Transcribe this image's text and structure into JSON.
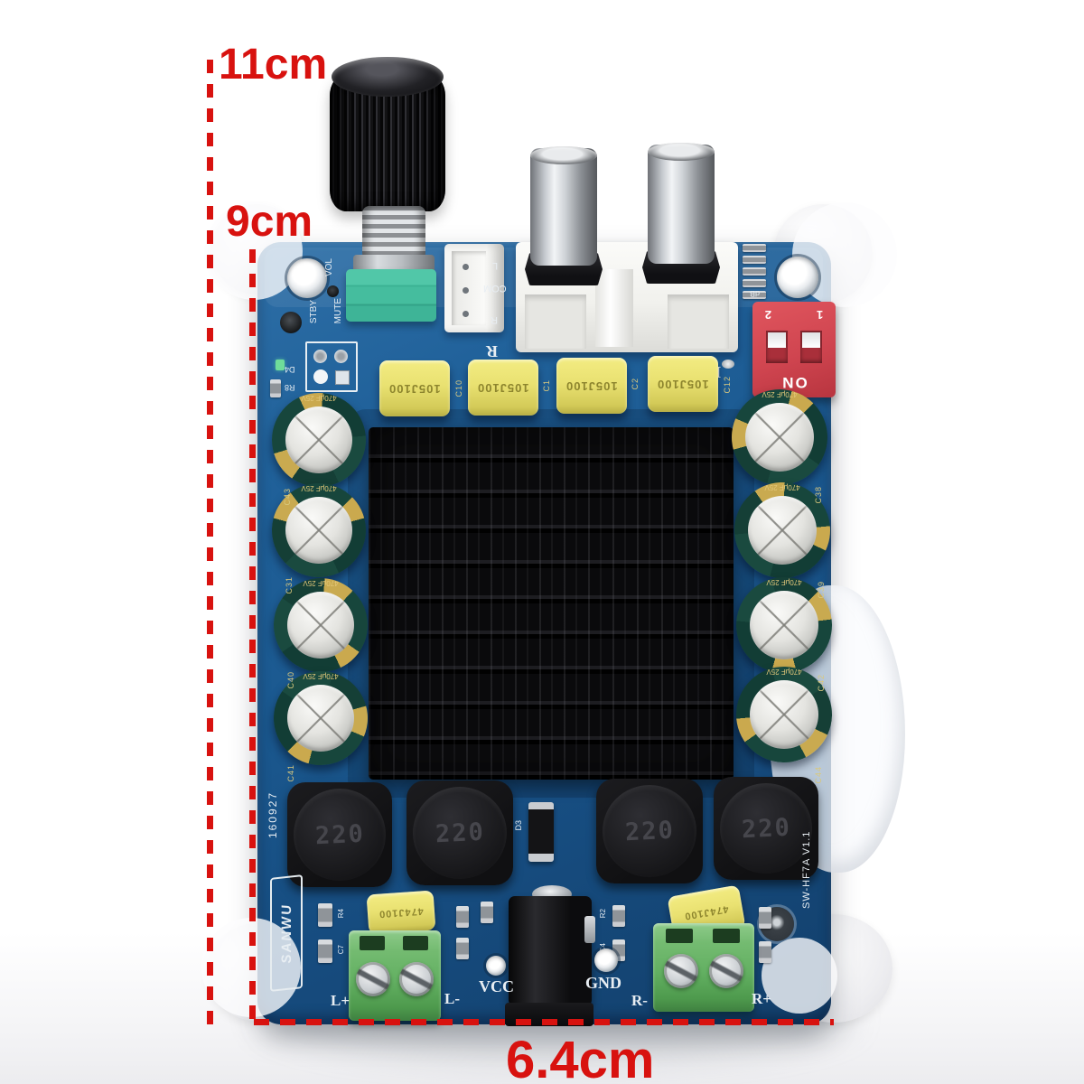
{
  "annotations": {
    "accent_color": "#d8120f",
    "total_height": "11cm",
    "board_height": "9cm",
    "board_width": "6.4cm"
  },
  "board": {
    "pcb_color": "#1b5990",
    "brand": "SANWU",
    "date_code": "160927",
    "model": "SW-HF7A V1.1",
    "labels": {
      "vol": "VOL",
      "mute": "MUTE",
      "stby": "STBY",
      "d4": "D4",
      "r8": "R8",
      "d3": "D3",
      "input_l": "L",
      "input_com": "COM",
      "input_r": "R",
      "rca_r": "R",
      "rca_l": "L",
      "db": "dB",
      "vcc": "VCC",
      "gnd": "GND",
      "r4": "R4",
      "c7": "C7",
      "r2": "R2",
      "c4": "C4"
    },
    "dip_switch": {
      "color": "#d04550",
      "on": "ON",
      "pos1": "1",
      "pos2": "2"
    },
    "film_caps": {
      "marking": "105J100",
      "refs": [
        "C10",
        "C1",
        "C2",
        "C12"
      ]
    },
    "small_film_caps": {
      "marking": "474J100"
    },
    "inductors": {
      "marking": "220"
    },
    "electrolytic_caps": {
      "marking": "470μF 25V",
      "left_refs": [
        "C43",
        "C31",
        "C40",
        "C41"
      ],
      "right_refs": [
        "C38",
        "C39",
        "C42",
        "C44"
      ]
    },
    "terminals": {
      "left": [
        "L+",
        "L-"
      ],
      "right": [
        "R-",
        "R+"
      ]
    }
  }
}
